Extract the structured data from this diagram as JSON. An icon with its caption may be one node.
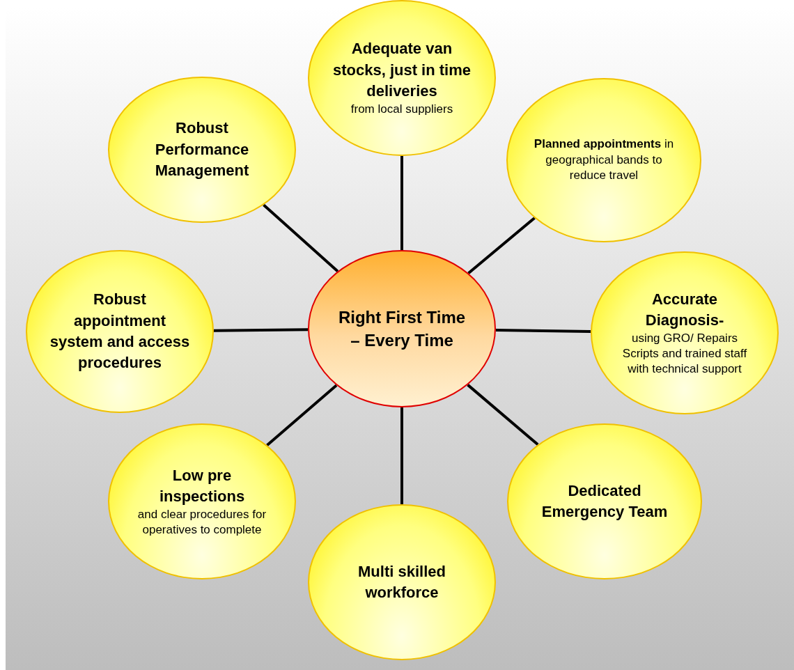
{
  "diagram": {
    "nodes": [
      {
        "text": [
          "Right First Time – Every Time"
        ]
      },
      {
        "text": [
          "Adequate van stocks, just in time deliveries",
          "from local suppliers"
        ]
      },
      {
        "text": [
          "**Planned appointments** in geographical bands to reduce travel"
        ]
      },
      {
        "text": [
          "Accurate Diagnosis-",
          "using GRO/ Repairs Scripts and trained staff with technical support"
        ]
      },
      {
        "text": [
          "Dedicated Emergency Team"
        ]
      },
      {
        "text": [
          "Multi skilled workforce"
        ]
      },
      {
        "text": [
          "Low pre inspections",
          "and clear procedures for operatives to complete"
        ]
      },
      {
        "text": [
          "Robust appointment system and access procedures"
        ]
      },
      {
        "text": [
          "Robust Performance Management"
        ]
      }
    ],
    "edges": [
      {
        "from": 0,
        "to": 1,
        "arrow": "none"
      },
      {
        "from": 0,
        "to": 2,
        "arrow": "none"
      },
      {
        "from": 0,
        "to": 3,
        "arrow": "none"
      },
      {
        "from": 0,
        "to": 4,
        "arrow": "none"
      },
      {
        "from": 0,
        "to": 5,
        "arrow": "none"
      },
      {
        "from": 0,
        "to": 6,
        "arrow": "none"
      },
      {
        "from": 0,
        "to": 7,
        "arrow": "none"
      },
      {
        "from": 0,
        "to": 8,
        "arrow": "none"
      }
    ]
  }
}
